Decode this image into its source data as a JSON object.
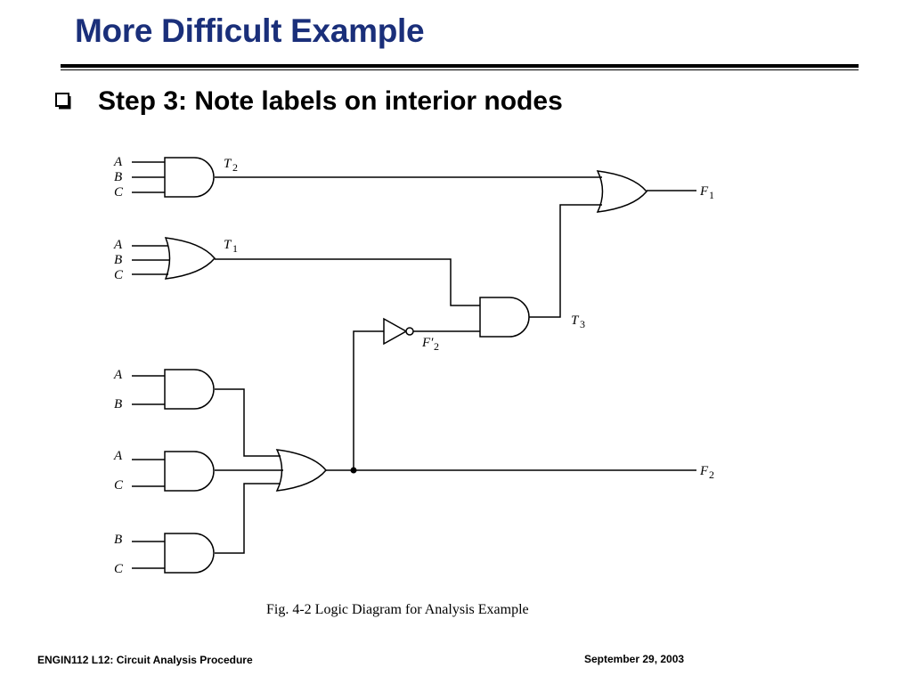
{
  "slide": {
    "title": "More Difficult Example",
    "bullet_icon": "hollow-square-bullet",
    "bullet_text": "Step 3: Note labels on interior nodes"
  },
  "diagram": {
    "input_labels": {
      "g1": [
        "A",
        "B",
        "C"
      ],
      "g2": [
        "A",
        "B",
        "C"
      ],
      "g3": [
        "A",
        "B"
      ],
      "g4": [
        "A",
        "C"
      ],
      "g5": [
        "B",
        "C"
      ]
    },
    "node_labels": {
      "t2": {
        "main": "T",
        "sub": "2"
      },
      "t1": {
        "main": "T",
        "sub": "1"
      },
      "t3": {
        "main": "T",
        "sub": "3"
      },
      "f2_comp": {
        "main": "F′",
        "sub": "2"
      },
      "f1": {
        "main": "F",
        "sub": "1"
      },
      "f2": {
        "main": "F",
        "sub": "2"
      }
    },
    "caption": "Fig. 4-2  Logic Diagram for Analysis Example"
  },
  "footer": {
    "left": "ENGIN112  L12: Circuit Analysis Procedure",
    "right": "September 29, 2003"
  }
}
